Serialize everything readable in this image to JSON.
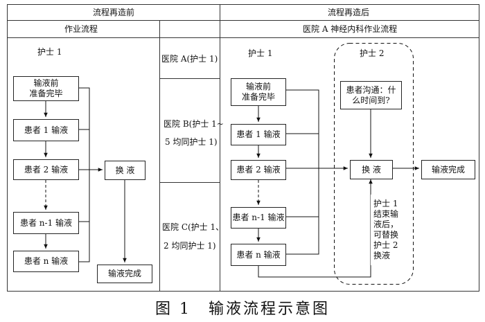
{
  "headers": {
    "before": "流程再造前",
    "after": "流程再造后",
    "workflow": "作业流程",
    "hospital_a": "医院 A 神经内科作业流程"
  },
  "hospitals": {
    "a": "医院 A(护士 1)",
    "b_line1": "医院 B(护士 1~",
    "b_line2": "5 均同护士 1)",
    "c_line1": "医院 C(护士 1、",
    "c_line2": "2 均同护士 1)"
  },
  "before_flow": {
    "nurse_label": "护士 1",
    "prep": "输液前\n准备完毕",
    "patient1": "患者 1 输液",
    "patient2": "患者 2 输液",
    "patient_n1": "患者 n-1 输液",
    "patient_n": "患者 n 输液",
    "change": "换 液",
    "complete": "输液完成"
  },
  "after_flow": {
    "nurse1_label": "护士 1",
    "nurse2_label": "护士 2",
    "prep": "输液前\n准备完毕",
    "patient1": "患者 1 输液",
    "patient2": "患者 2 输液",
    "patient_n1": "患者 n-1 输液",
    "patient_n": "患者 n 输液",
    "communicate": "患者沟通：什\n么时间到?",
    "change": "换 液",
    "complete": "输液完成",
    "note": "护士 1\n结束输\n液后，\n可替换\n护士 2\n换液"
  },
  "caption": "图 1　输液流程示意图"
}
